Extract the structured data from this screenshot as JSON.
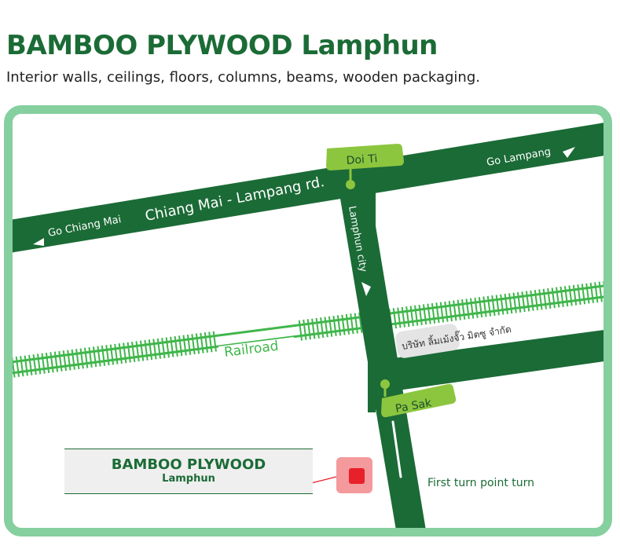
{
  "header": {
    "title": "BAMBOO PLYWOOD Lamphun",
    "subtitle": "Interior walls, ceilings, floors, columns, beams, wooden packaging."
  },
  "map": {
    "roads": {
      "main_road": "Chiang Mai - Lampang rd.",
      "go_chiang_mai": "Go Chiang Mai",
      "go_lampang": "Go Lampang",
      "lamphun_city": "Lamphun city"
    },
    "railroad": "Railroad",
    "points": {
      "doi_ti": "Doi Ti",
      "pa_sak": "Pa Sak"
    },
    "company_thai": "บริษัท ลิ้มเม้งจั๊ว มิตซู จำกัด",
    "first_turn": "First turn point turn",
    "destination": {
      "name": "BAMBOO PLYWOOD",
      "sub": "Lamphun"
    },
    "icons": {
      "direction": "arrow-direction-icon",
      "marker": "location-marker-icon"
    },
    "colors": {
      "road": "#1b6b36",
      "frame": "#86cf9f",
      "rail": "#3fb64a",
      "pin": "#8cc63f",
      "marker": "#e8202a"
    }
  }
}
